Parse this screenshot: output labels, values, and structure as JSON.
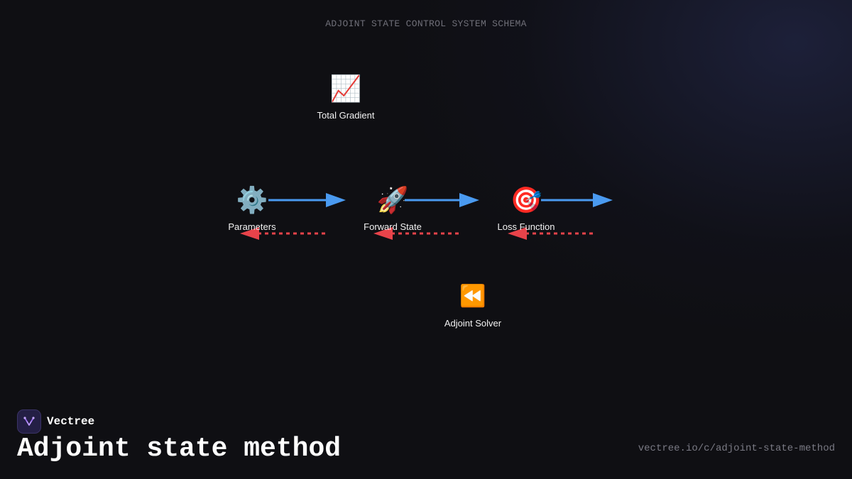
{
  "diagram": {
    "title": "ADJOINT STATE CONTROL SYSTEM SCHEMA",
    "nodes": [
      {
        "id": "total-gradient",
        "label": "Total Gradient",
        "icon": "chart-increasing-icon",
        "glyph": "📈"
      },
      {
        "id": "parameters",
        "label": "Parameters",
        "icon": "gear-icon",
        "glyph": "⚙️"
      },
      {
        "id": "forward-state",
        "label": "Forward State",
        "icon": "rocket-icon",
        "glyph": "🚀"
      },
      {
        "id": "loss-function",
        "label": "Loss Function",
        "icon": "target-icon",
        "glyph": "🎯"
      },
      {
        "id": "adjoint-solver",
        "label": "Adjoint Solver",
        "icon": "rewind-icon",
        "glyph": "⏪"
      }
    ],
    "edges": [
      {
        "from": "parameters",
        "to": "forward-state",
        "style": "solid",
        "color": "#4a9af0"
      },
      {
        "from": "forward-state",
        "to": "loss-function",
        "style": "solid",
        "color": "#4a9af0"
      },
      {
        "from": "loss-function",
        "to": "output",
        "style": "solid",
        "color": "#4a9af0"
      },
      {
        "from": "forward-state",
        "to": "parameters",
        "style": "dashed",
        "color": "#e8434a"
      },
      {
        "from": "loss-function",
        "to": "forward-state",
        "style": "dashed",
        "color": "#e8434a"
      },
      {
        "from": "output",
        "to": "loss-function",
        "style": "dashed",
        "color": "#e8434a"
      }
    ]
  },
  "brand": {
    "name": "Vectree",
    "logo_color": "#9b6bf0"
  },
  "page": {
    "title": "Adjoint state method",
    "url": "vectree.io/c/adjoint-state-method"
  },
  "colors": {
    "background": "#0f0f13",
    "forward_arrow": "#4a9af0",
    "adjoint_arrow": "#e8434a"
  }
}
